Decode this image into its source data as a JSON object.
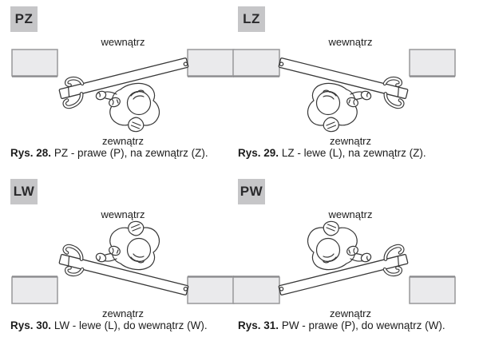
{
  "colors": {
    "badge-bg": "#c6c6c8",
    "badge-text": "#2a2a2c",
    "wall-fill": "#eaeaec",
    "wall-stroke": "#98989a",
    "wall-edge": "#8b8b8e",
    "ink": "#383838",
    "text": "#1d1d1d"
  },
  "labels": {
    "inside": "wewnątrz",
    "outside": "zewnątrz"
  },
  "panels": [
    {
      "code": "PZ",
      "inside_label": "wewnątrz",
      "outside_label": "zewnątrz",
      "figure_number": "Rys. 28.",
      "caption": "PZ - prawe (P), na zewnątrz (Z).",
      "flip_x": false,
      "flip_y": false
    },
    {
      "code": "LZ",
      "inside_label": "wewnątrz",
      "outside_label": "zewnątrz",
      "figure_number": "Rys. 29.",
      "caption": "LZ - lewe (L), na zewnątrz (Z).",
      "flip_x": true,
      "flip_y": false
    },
    {
      "code": "LW",
      "inside_label": "wewnątrz",
      "outside_label": "zewnątrz",
      "figure_number": "Rys. 30.",
      "caption": "LW - lewe (L), do wewnątrz (W).",
      "flip_x": false,
      "flip_y": true
    },
    {
      "code": "PW",
      "inside_label": "wewnątrz",
      "outside_label": "zewnątrz",
      "figure_number": "Rys. 31.",
      "caption": "PW - prawe (P), do wewnątrz (W).",
      "flip_x": true,
      "flip_y": true
    }
  ]
}
